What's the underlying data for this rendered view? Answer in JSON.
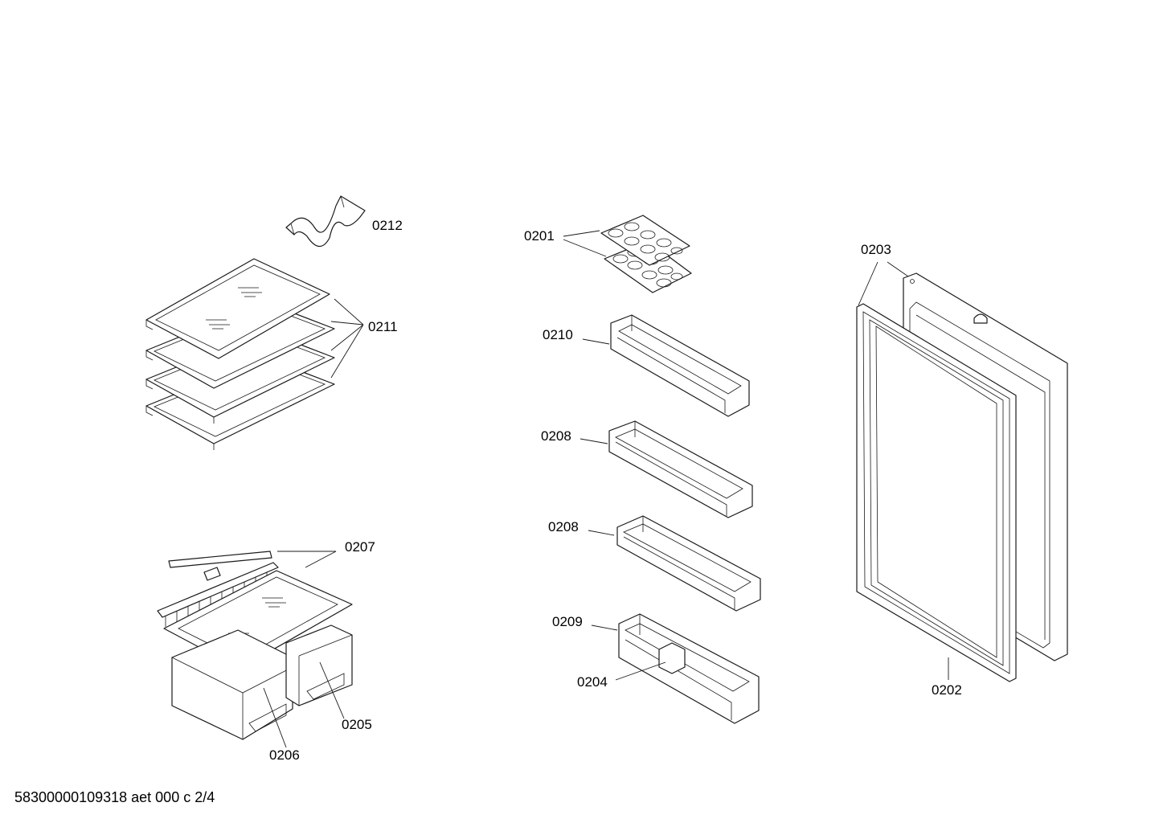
{
  "labels": {
    "p0212": "0212",
    "p0211": "0211",
    "p0201": "0201",
    "p0210": "0210",
    "p0208a": "0208",
    "p0208b": "0208",
    "p0209": "0209",
    "p0204": "0204",
    "p0203": "0203",
    "p0202": "0202",
    "p0207": "0207",
    "p0205": "0205",
    "p0206": "0206"
  },
  "footer": "58300000109318 aet 000 c 2/4"
}
